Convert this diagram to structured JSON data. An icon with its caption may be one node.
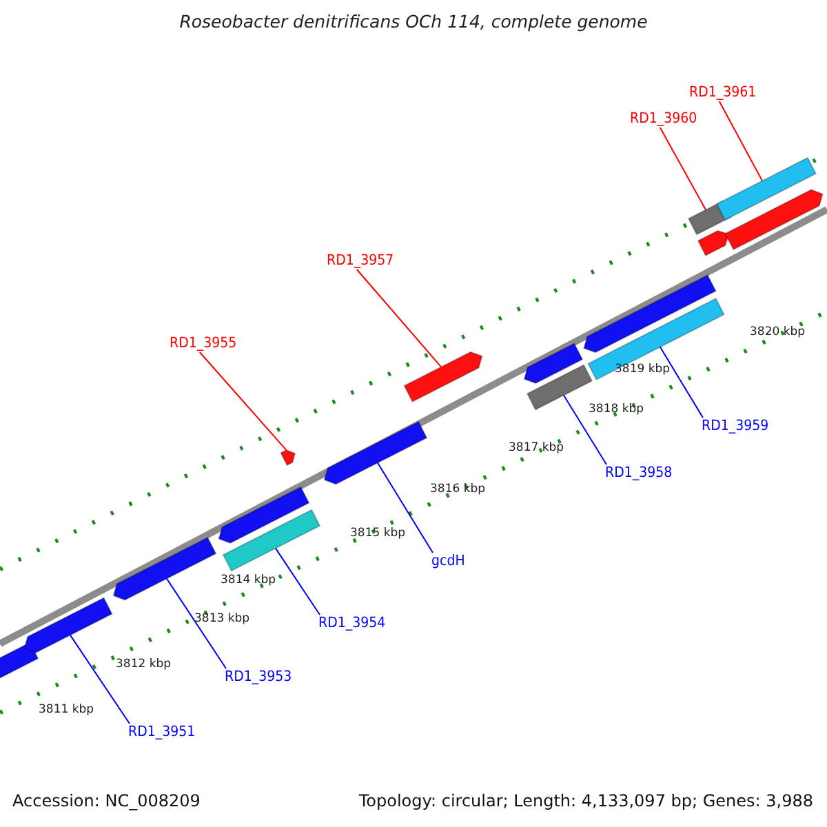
{
  "diagram": {
    "title": "Roseobacter denitrificans OCh 114, complete genome",
    "nodes": [
      {
        "text": [
          "RD1_3961"
        ]
      },
      {
        "text": [
          "RD1_3960"
        ]
      },
      {
        "text": [
          "RD1_3957"
        ]
      },
      {
        "text": [
          "RD1_3955"
        ]
      },
      {
        "text": [
          "RD1_3959"
        ]
      },
      {
        "text": [
          "RD1_3958"
        ]
      },
      {
        "text": [
          "gcdH"
        ]
      },
      {
        "text": [
          "RD1_3954"
        ]
      },
      {
        "text": [
          "RD1_3953"
        ]
      },
      {
        "text": [
          "RD1_3951"
        ]
      },
      {
        "text": [],
        "shape": "bar"
      },
      {
        "text": [],
        "shape": "bar"
      },
      {
        "text": [],
        "shape": "bar"
      },
      {
        "text": [],
        "shape": "bar"
      },
      {
        "text": [],
        "shape": "bar"
      },
      {
        "text": [],
        "shape": "bar"
      },
      {
        "text": [],
        "shape": "bar"
      },
      {
        "text": [],
        "shape": "bar"
      },
      {
        "text": [],
        "shape": "bar"
      },
      {
        "text": [],
        "shape": "bar"
      },
      {
        "text": [],
        "shape": "bar"
      },
      {
        "text": [],
        "shape": "bar"
      },
      {
        "text": [],
        "shape": "bar"
      },
      {
        "text": [],
        "shape": "bar"
      },
      {
        "text": [],
        "shape": "bar"
      },
      {
        "text": [],
        "shape": "bar"
      }
    ],
    "edges": [
      {
        "from": 0,
        "to": 24,
        "arrow": "none",
        "color": "#ff0000"
      },
      {
        "from": 1,
        "to": 22,
        "arrow": "none",
        "color": "#ff0000"
      },
      {
        "from": 2,
        "to": 17,
        "arrow": "none",
        "color": "#ff0000"
      },
      {
        "from": 3,
        "to": 15,
        "arrow": "none",
        "color": "#ff0000"
      },
      {
        "from": 4,
        "to": 21,
        "arrow": "none"
      },
      {
        "from": 5,
        "to": 19,
        "arrow": "none"
      },
      {
        "from": 6,
        "to": 16,
        "arrow": "none"
      },
      {
        "from": 7,
        "to": 14,
        "arrow": "none"
      },
      {
        "from": 8,
        "to": 12,
        "arrow": "none"
      },
      {
        "from": 9,
        "to": 11,
        "arrow": "none"
      }
    ],
    "labels": [
      "3820 kbp",
      "3819 kbp",
      "3818 kbp",
      "3817 kbp",
      "3816 kbp",
      "3815 kbp",
      "3814 kbp",
      "3813 kbp",
      "3812 kbp",
      "3811 kbp",
      "Accession: NC_008209",
      "Topology: circular; Length: 4,133,097 bp; Genes: 3,988"
    ]
  }
}
